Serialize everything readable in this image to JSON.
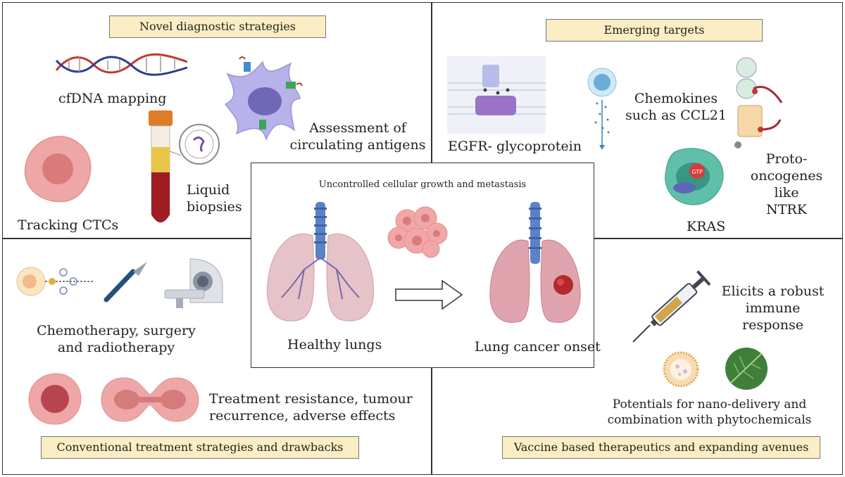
{
  "panels": {
    "diagnostic": {
      "title": "Novel diagnostic strategies",
      "items": [
        "cfDNA mapping",
        "Assessment of",
        "circulating antigens",
        "Tracking CTCs",
        "Liquid",
        "biopsies"
      ]
    },
    "targets": {
      "title": "Emerging targets",
      "items": [
        "EGFR- glycoprotein",
        "Chemokines",
        "such as CCL21",
        "Proto-",
        "oncogenes like",
        "NTRK",
        "KRAS"
      ]
    },
    "conventional": {
      "title": "Conventional treatment strategies and drawbacks",
      "items": [
        "Chemotherapy, surgery",
        "and radiotherapy",
        "Treatment resistance, tumour",
        "recurrence, adverse effects"
      ]
    },
    "vaccine": {
      "title": "Vaccine based therapeutics and expanding avenues",
      "items": [
        "Elicits a robust",
        "immune response",
        "Potentials for nano-delivery and",
        "combination with phytochemicals"
      ]
    }
  },
  "center": {
    "title": "Uncontrolled cellular growth and metastasis",
    "healthy": "Healthy lungs",
    "cancer": "Lung cancer onset",
    "gtp": "GTP"
  }
}
